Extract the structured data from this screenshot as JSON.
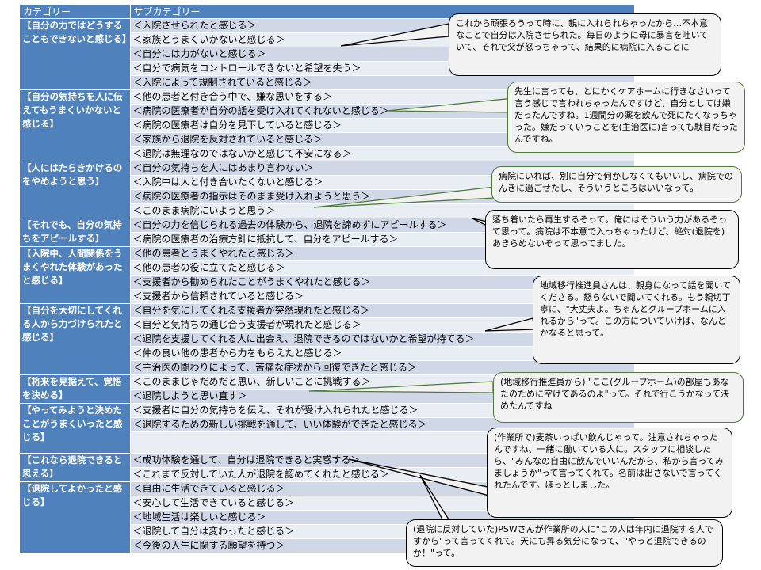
{
  "header": {
    "category": "カテゴリー",
    "subcategory": "サブカテゴリー"
  },
  "groups": [
    {
      "category": "【自分の力ではどうすることもできないと感じる】",
      "items": [
        "＜入院させられたと感じる＞",
        "＜家族とうまくいかないと感じる＞",
        "＜自分には力がないと感じる＞",
        "＜自分で病気をコントロールできないと希望を失う＞",
        "＜入院によって規制されていると感じる＞"
      ]
    },
    {
      "category": "【自分の気持ちを人に伝えてもうまくいかないと感じる】",
      "items": [
        "＜他の患者と付き合う中で、嫌な思いをする＞",
        "＜病院の医療者が自分の話を受け入れてくれないと感じる＞",
        "＜病院の医療者は自分を見下していると感じる＞",
        "＜家族から退院を反対されていると感じる＞",
        "＜退院は無理なのではないかと感じて不安になる＞"
      ]
    },
    {
      "category": "【人にはたらきかけるのをやめようと思う】",
      "items": [
        "＜自分の気持ちを人にはあまり言わない＞",
        "＜入院中は人と付き合いたくないと感じる＞",
        "＜病院の医療者の指示はそのまま受け入れようと思う＞",
        "＜このまま病院にいようと思う＞"
      ]
    },
    {
      "category": "【それでも、自分の気持ちをアピールする】",
      "items": [
        "＜自分の力を信じられる過去の体験から、退院を諦めずにアピールする＞",
        "＜病院の医療者の治療方針に抵抗して、自分をアピールする＞"
      ]
    },
    {
      "category": "【入院中、人間関係をうまくやれた体験があったと感じる】",
      "items": [
        "＜他の患者とうまくやれたと感じる＞",
        "＜他の患者の役に立てたと感じる＞",
        "＜支援者から勧められたことがうまくやれたと感じる＞",
        "＜支援者から信頼されていると感じる＞"
      ]
    },
    {
      "category": "【自分を大切にしてくれる人から力づけられたと感じる】",
      "items": [
        "＜自分を気にしてくれる支援者が突然現れたと感じる＞",
        "＜自分と気持ちの通じ合う支援者が現れたと感じる＞",
        "＜退院を支援してくれる人に出会え、退院できるのではないかと希望が持てる＞",
        "＜仲の良い他の患者から力をもらえたと感じる＞",
        "＜主治医の関わりによって、苦痛な症状から回復できたと感じる＞"
      ]
    },
    {
      "category": "【将来を見据えて、覚悟を決める】",
      "items": [
        "＜このままじゃだめだと思い、新しいことに挑戦する＞",
        "＜退院しようと思い直す＞"
      ]
    },
    {
      "category": "【やってみようと決めたことがうまくいったと感じる】",
      "items": [
        "＜支援者に自分の気持ちを伝え、それが受け入れられたと感じる＞",
        "＜退院するための新しい挑戦を通して、いい体験ができたと感じる＞",
        ""
      ]
    },
    {
      "category": "【これなら退院できると思える】",
      "items": [
        "＜成功体験を通して、自分は退院できると実感する＞",
        "＜これまで反対していた人が退院を認めてくれたと感じる＞"
      ]
    },
    {
      "category": "【退院してよかったと感じる】",
      "items": [
        "＜自由に生活できていると感じる＞",
        "＜安心して生活できていると感じる＞",
        "＜地域生活は楽しいと感じる＞",
        "＜退院して自分は変わったと感じる＞",
        "＜今後の人生に関する願望を持つ＞"
      ]
    }
  ],
  "quotes": [
    "これから頑張ろうって時に、親に入れられちゃったから…不本意なことで自分は入院させられた。毎日のように母に暴言を吐いていて、それで父が怒っちゃって、結果的に病院に入ることに",
    "先生に言っても、とにかくケアホームに行きなさいって言う感じで言われちゃったんですけど、自分としては嫌だったんですね。1週間分の薬を飲んで死にたくなっちゃった。嫌だっていうことを(主治医に)言っても駄目だったんですね。",
    "病院にいれば、別に自分で何かしなくてもいいし、病院でのんきに過ごせたし、そういうところはいいなって。",
    "落ち着いたら再生するぞって。俺にはそういう力があるぞって思って。病院は不本意で入っちゃったけど、絶対(退院を)あきらめないぞって思ってました。",
    "地域移行推進員さんは、親身になって話を聞いてくださる。怒らないで聞いてくれる。もう親切丁寧に、\"大丈夫よ。ちゃんとグループホームに入れるから\"って。この方についていけば、なんとかなると思って。",
    "(地域移行推進員から) \"ここ(グループホーム)の部屋もあなたのために空けてあるのよ\"って。それで行こうかなって決めたんですね",
    "(作業所で)麦茶いっぱい飲んじゃって。注意されちゃったんですね、一緒に働いている人に。スタッフに相談したら、\"みんなの自由に飲んでいいんだから、私から言ってみましょうか\"って言ってくれて。名前は出さないで言ってくれたんです。ほっとしました。",
    "(退院に反対していた)PSWさんが作業所の人に\"この人は年内に退院する人ですから\"って言ってくれて。天にも昇る気分になって、\"やっと退院できるのか！\"って。"
  ],
  "colors": {
    "header_bg": "#4f81bd",
    "row_odd": "#d0d8e8",
    "row_even": "#e9edf4",
    "bubble_bg": "#f2f2f2",
    "green_border": "#4f7a3a"
  }
}
